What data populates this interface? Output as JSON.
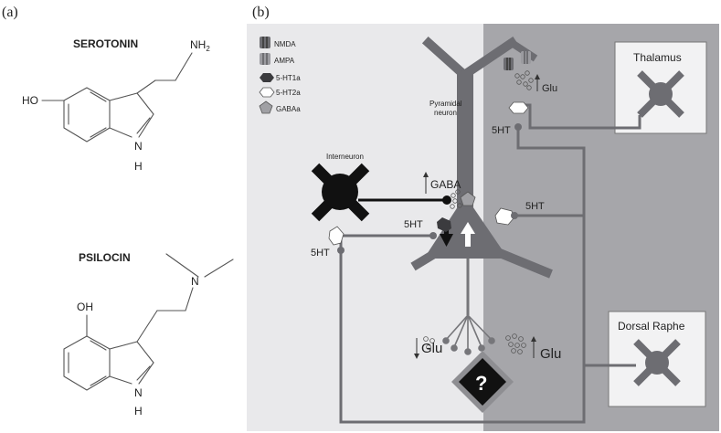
{
  "panel_a": {
    "label": "(a)",
    "serotonin": {
      "name": "SEROTONIN",
      "atom_nh2": "NH",
      "atom_nh2_sub": "2",
      "atom_ho": "HO",
      "atom_nh": "N",
      "atom_h": "H"
    },
    "psilocin": {
      "name": "PSILOCIN",
      "atom_n": "N",
      "atom_oh": "OH",
      "atom_nh": "N",
      "atom_h": "H"
    }
  },
  "panel_b": {
    "label": "(b)",
    "legend": {
      "nmda": "NMDA",
      "ampa": "AMPA",
      "ht1a": "5-HT1a",
      "ht2a": "5-HT2a",
      "gabaa": "GABAa"
    },
    "pyramidal": {
      "line1": "Pyramidal",
      "line2": "neuron"
    },
    "interneuron": "Interneuron",
    "thalamus": "Thalamus",
    "dorsal_raphe": "Dorsal Raphe",
    "glu_top": "Glu",
    "gaba": "GABA",
    "ht_labels": {
      "top_mid": "5HT",
      "right": "5HT",
      "left_soma": "5HT",
      "interneuron": "5HT"
    },
    "glu_bottom_left": "Glu",
    "glu_bottom_right": "Glu",
    "question": "?"
  },
  "colors": {
    "panel_left_bg": "#e9e9eb",
    "panel_right_bg": "#a6a6aa",
    "neuron": "#6d6d72",
    "axon": "#76767a",
    "interneuron": "#111111",
    "box_bg": "#f2f2f3"
  }
}
